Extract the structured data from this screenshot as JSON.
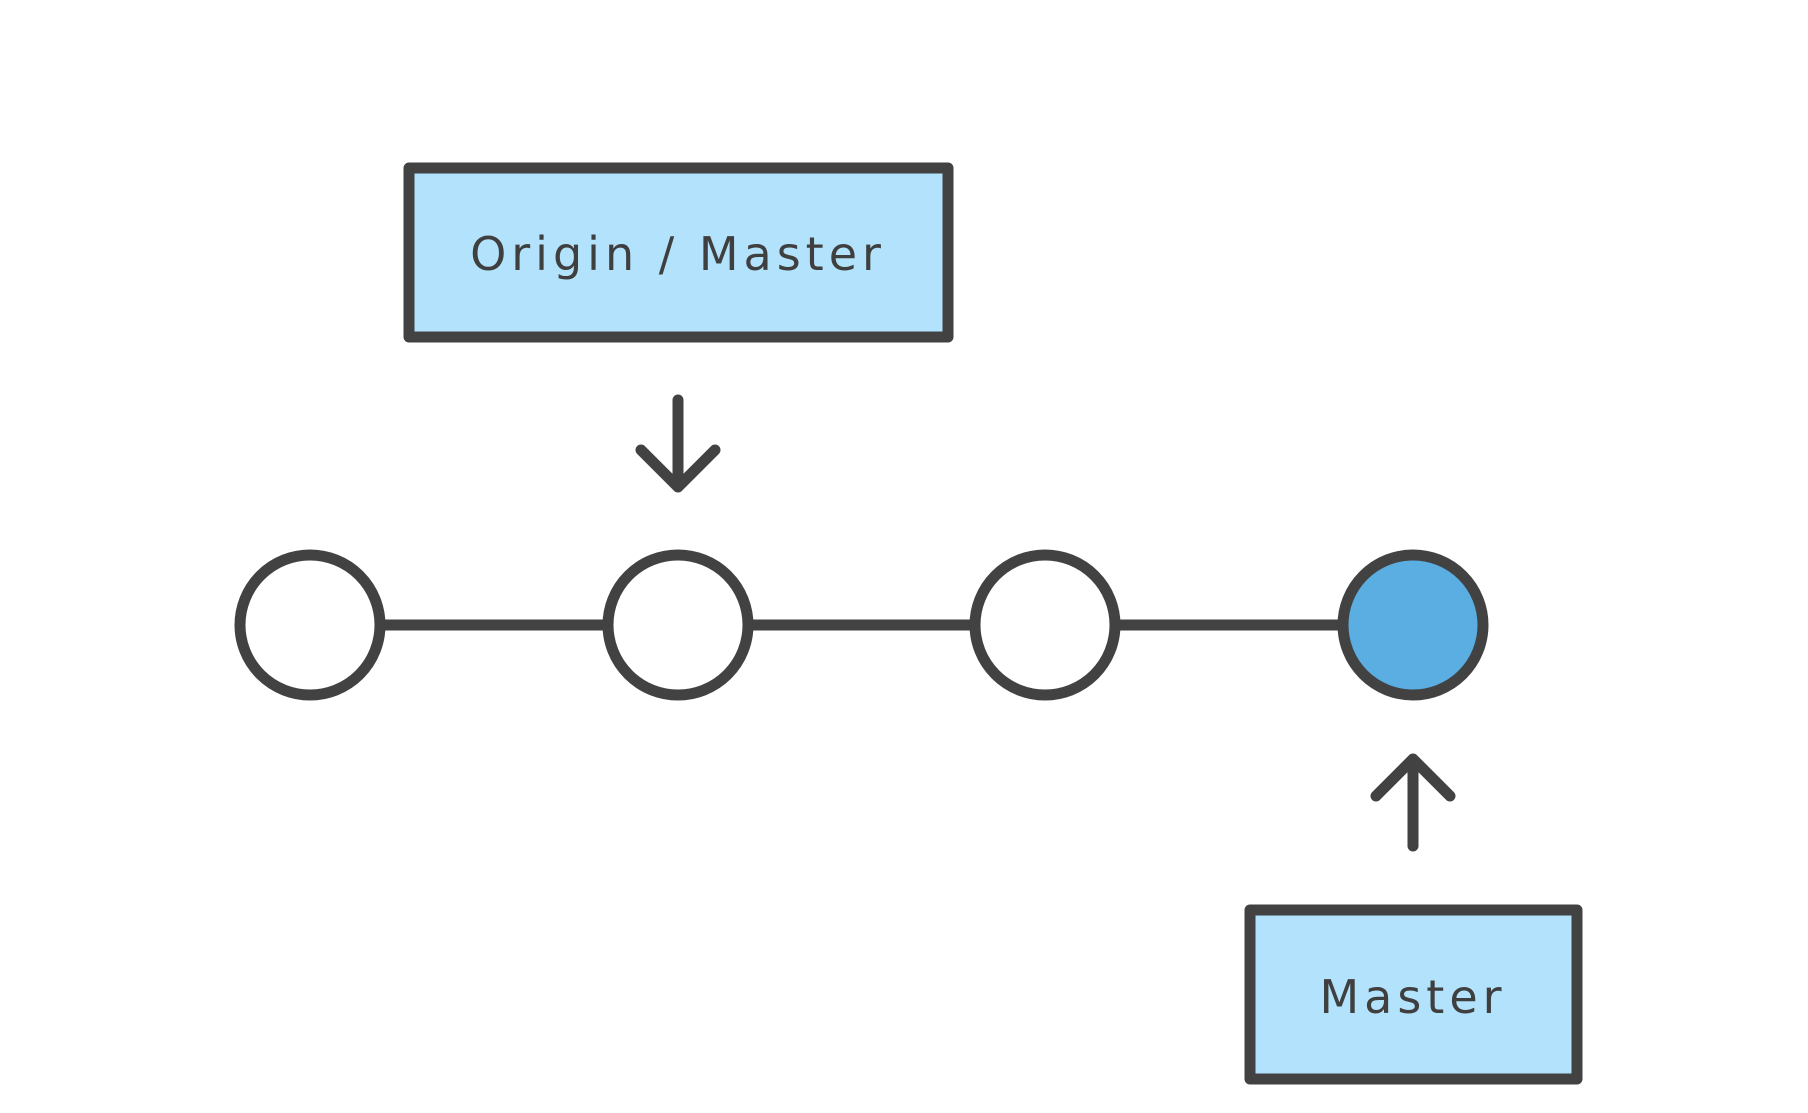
{
  "diagram": {
    "labels": {
      "origin_master": "Origin / Master",
      "master": "Master"
    },
    "commits": [
      {
        "id": "commit-1",
        "current": false
      },
      {
        "id": "commit-2",
        "current": false
      },
      {
        "id": "commit-3",
        "current": false
      },
      {
        "id": "commit-4",
        "current": true
      }
    ],
    "pointers": {
      "origin_master_commit": 2,
      "master_commit": 4
    },
    "colors": {
      "stroke": "#424242",
      "label_fill": "#b3e3fc",
      "current_commit_fill": "#5aaee2",
      "commit_fill": "#ffffff"
    }
  }
}
